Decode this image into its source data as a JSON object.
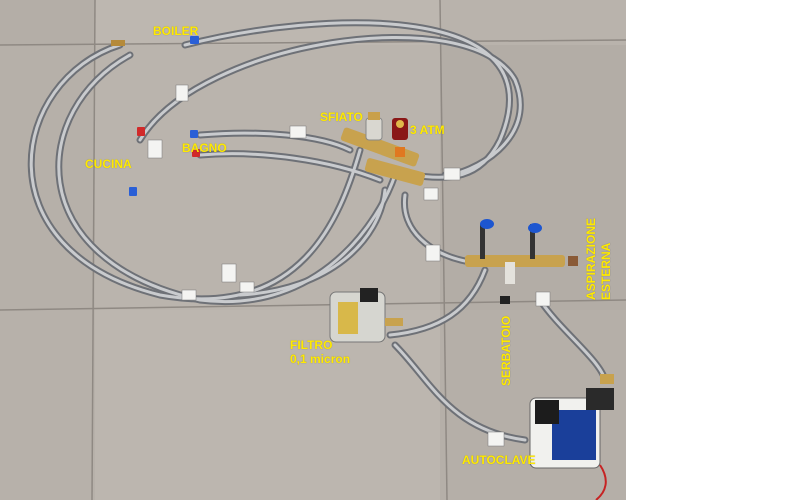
{
  "photo": {
    "labels": {
      "boiler": "BOILER",
      "cucina": "CUCINA",
      "bagno": "BAGNO",
      "sfiato": "SFIATO",
      "pressure": "3 ATM",
      "aspirazione_line1": "ASPIRAZIONE",
      "aspirazione_line2": "ESTERNA",
      "filtro_line1": "FILTRO",
      "filtro_line2": "0,1 micron",
      "serbatoio": "SERBATOIO",
      "autoclave": "AUTOCLAVE"
    }
  }
}
